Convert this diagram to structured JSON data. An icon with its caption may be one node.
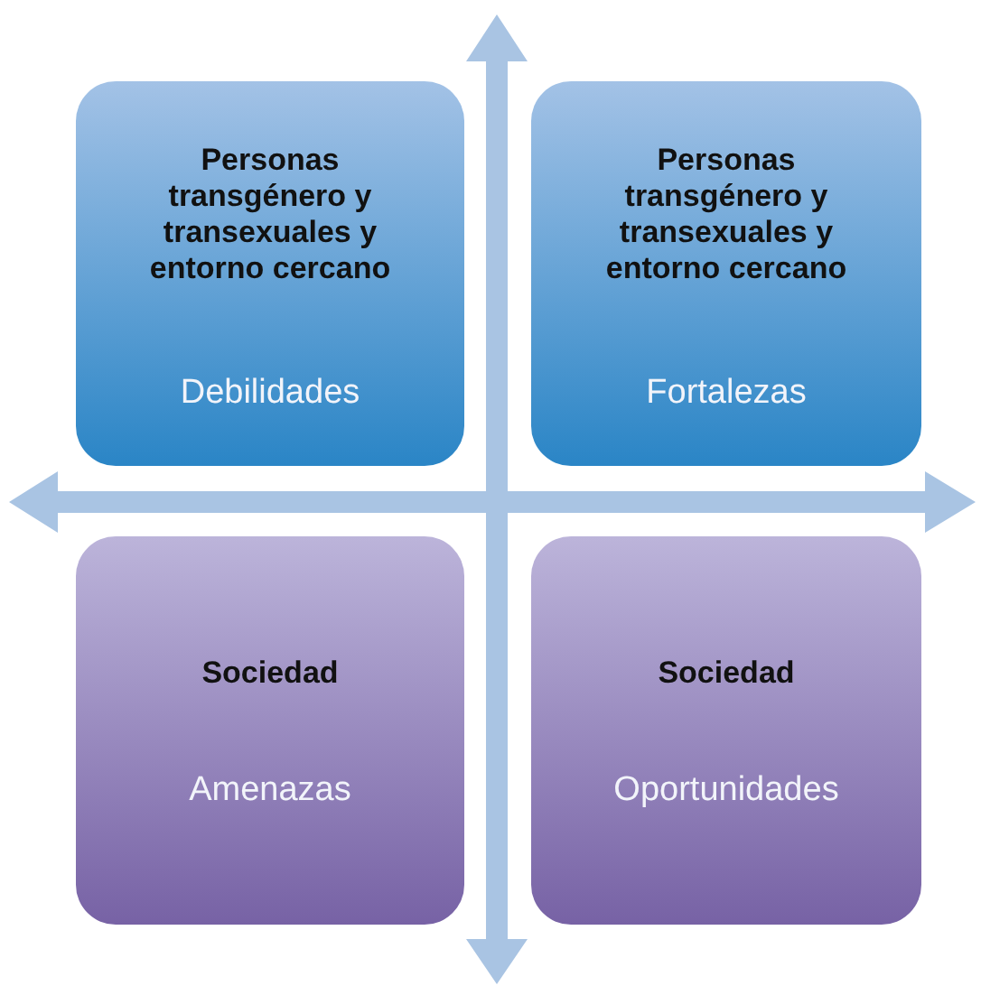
{
  "diagram": {
    "nodes": [
      {
        "text": [
          "Personas transgénero y transexuales y entorno cercano",
          "Debilidades"
        ]
      },
      {
        "text": [
          "Personas transgénero y transexuales y entorno cercano",
          "Fortalezas"
        ]
      },
      {
        "text": [
          "Sociedad",
          "Amenazas"
        ]
      },
      {
        "text": [
          "Sociedad",
          "Oportunidades"
        ]
      }
    ]
  }
}
